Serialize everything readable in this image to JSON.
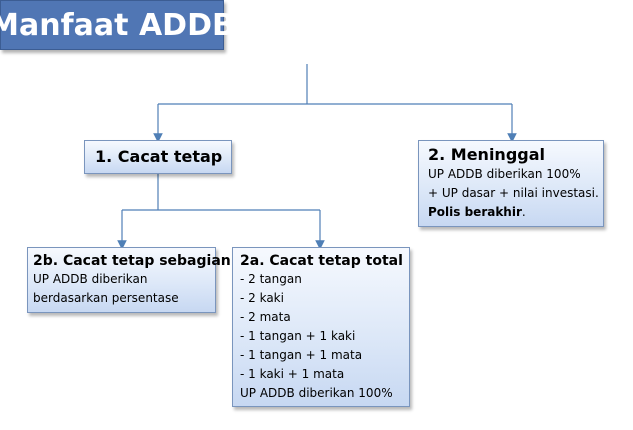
{
  "title": "Manfaat ADDB",
  "cacat_tetap": {
    "heading": "1. Cacat tetap"
  },
  "meninggal": {
    "heading": "2. Meninggal",
    "line1": "UP ADDB diberikan 100%",
    "line2": "+ UP dasar + nilai investasi.",
    "line3": "Polis berakhir",
    "line3_end": "."
  },
  "sebagian": {
    "heading": "2b. Cacat tetap sebagian",
    "line1": "UP ADDB diberikan",
    "line2": "berdasarkan persentase"
  },
  "total": {
    "heading": "2a. Cacat tetap total",
    "items": [
      "- 2 tangan",
      "- 2 kaki",
      "- 2 mata",
      "- 1 tangan + 1 kaki",
      "- 1 tangan + 1 mata",
      "- 1 kaki + 1 mata"
    ],
    "footer": "UP ADDB diberikan 100%"
  },
  "colors": {
    "title_fill": "#5076b4",
    "connector": "#4f7fb6",
    "box_border": "#7a95bd"
  }
}
